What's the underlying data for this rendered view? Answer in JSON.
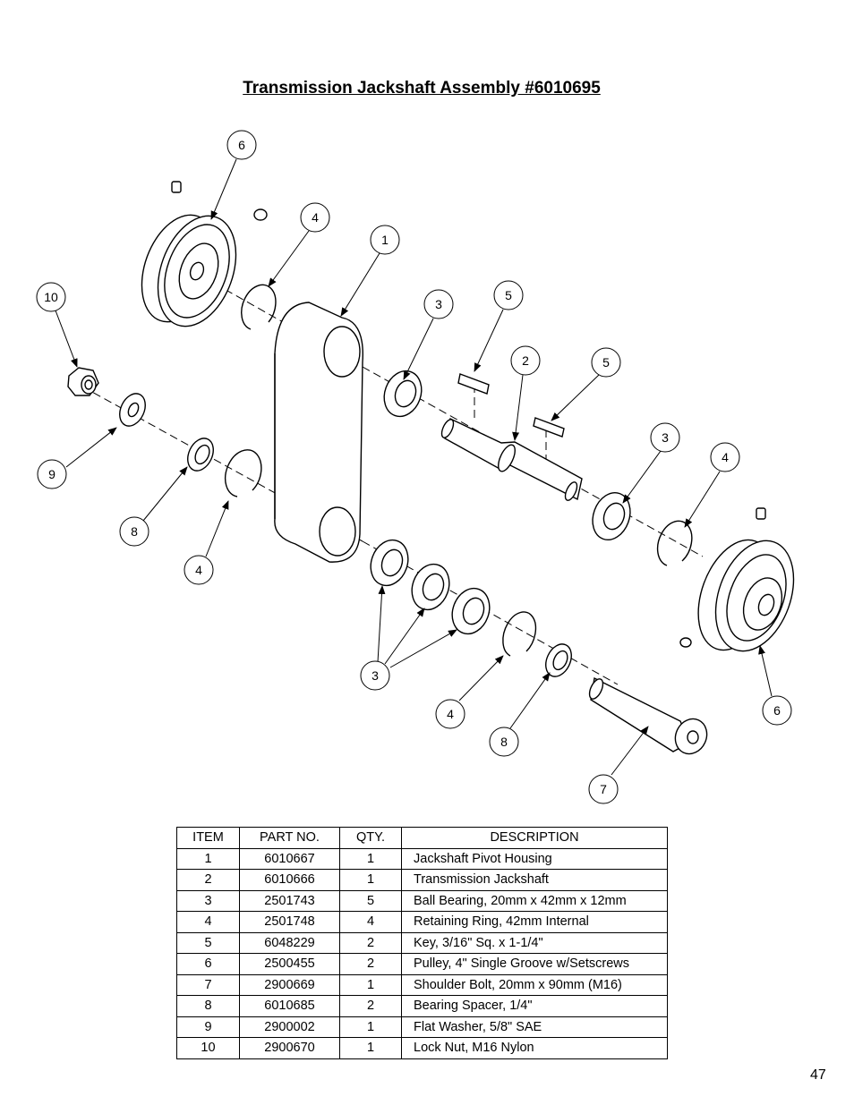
{
  "title": "Transmission Jackshaft Assembly #6010695",
  "page_number": "47",
  "table": {
    "headers": [
      "ITEM",
      "PART NO.",
      "QTY.",
      "DESCRIPTION"
    ],
    "rows": [
      {
        "item": "1",
        "part_no": "6010667",
        "qty": "1",
        "description": "Jackshaft Pivot Housing"
      },
      {
        "item": "2",
        "part_no": "6010666",
        "qty": "1",
        "description": "Transmission Jackshaft"
      },
      {
        "item": "3",
        "part_no": "2501743",
        "qty": "5",
        "description": "Ball Bearing, 20mm x 42mm x 12mm"
      },
      {
        "item": "4",
        "part_no": "2501748",
        "qty": "4",
        "description": "Retaining Ring, 42mm Internal"
      },
      {
        "item": "5",
        "part_no": "6048229",
        "qty": "2",
        "description": "Key, 3/16\" Sq. x 1-1/4\""
      },
      {
        "item": "6",
        "part_no": "2500455",
        "qty": "2",
        "description": "Pulley, 4\" Single Groove w/Setscrews"
      },
      {
        "item": "7",
        "part_no": "2900669",
        "qty": "1",
        "description": "Shoulder Bolt, 20mm x 90mm (M16)"
      },
      {
        "item": "8",
        "part_no": "6010685",
        "qty": "2",
        "description": "Bearing Spacer, 1/4\""
      },
      {
        "item": "9",
        "part_no": "2900002",
        "qty": "1",
        "description": "Flat Washer, 5/8\" SAE"
      },
      {
        "item": "10",
        "part_no": "2900670",
        "qty": "1",
        "description": "Lock Nut, M16 Nylon"
      }
    ]
  },
  "balloons": [
    "6",
    "4",
    "1",
    "10",
    "3",
    "5",
    "2",
    "5",
    "3",
    "4",
    "9",
    "8",
    "4",
    "3",
    "4",
    "8",
    "7",
    "6"
  ]
}
